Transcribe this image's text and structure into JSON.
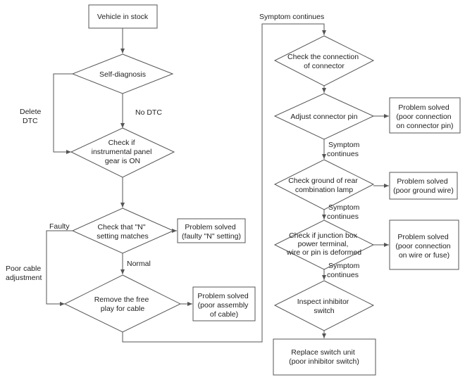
{
  "flowchart": {
    "colors": {
      "stroke": "#555555",
      "fill": "#ffffff",
      "text": "#222222"
    },
    "nodes": {
      "vehicle_in_stock": {
        "lines": [
          "Vehicle in stock"
        ]
      },
      "self_diagnosis": {
        "lines": [
          "Self-diagnosis"
        ]
      },
      "check_panel_gear": {
        "lines": [
          "Check if",
          "instrumental panel",
          "gear is ON"
        ]
      },
      "check_n_setting": {
        "lines": [
          "Check that \"N\"",
          "setting matches"
        ]
      },
      "solved_faulty_n": {
        "lines": [
          "Problem solved",
          "(faulty \"N\" setting)"
        ]
      },
      "remove_free_play": {
        "lines": [
          "Remove the free",
          "play for cable"
        ]
      },
      "solved_cable_assembly": {
        "lines": [
          "Problem solved",
          "(poor assembly",
          "of cable)"
        ]
      },
      "check_connector": {
        "lines": [
          "Check the connection",
          "of connector"
        ]
      },
      "adjust_connector_pin": {
        "lines": [
          "Adjust connector pin"
        ]
      },
      "solved_connector_pin": {
        "lines": [
          "Problem solved",
          "(poor connection",
          "on connector pin)"
        ]
      },
      "check_ground_lamp": {
        "lines": [
          "Check ground of rear",
          "combination lamp"
        ]
      },
      "solved_ground_wire": {
        "lines": [
          "Problem solved",
          "(poor ground wire)"
        ]
      },
      "check_junction_box": {
        "lines": [
          "Check if junction box",
          "power terminal,",
          "wire or pin is deformed"
        ]
      },
      "solved_wire_fuse": {
        "lines": [
          "Problem solved",
          "(poor connection",
          "on wire or fuse)"
        ]
      },
      "inspect_inhibitor": {
        "lines": [
          "Inspect inhibitor",
          "switch"
        ]
      },
      "replace_switch": {
        "lines": [
          "Replace switch unit",
          "(poor inhibitor switch)"
        ]
      }
    },
    "labels": {
      "delete_dtc": [
        "Delete",
        "DTC"
      ],
      "no_dtc": [
        "No DTC"
      ],
      "faulty": [
        "Faulty"
      ],
      "normal": [
        "Normal"
      ],
      "poor_cable_adjustment": [
        "Poor cable",
        "adjustment"
      ],
      "symptom_continues_top": [
        "Symptom continues"
      ],
      "symptom_continues_1": [
        "Symptom",
        "continues"
      ],
      "symptom_continues_2": [
        "Symptom",
        "continues"
      ],
      "symptom_continues_3": [
        "Symptom",
        "continues"
      ]
    }
  }
}
